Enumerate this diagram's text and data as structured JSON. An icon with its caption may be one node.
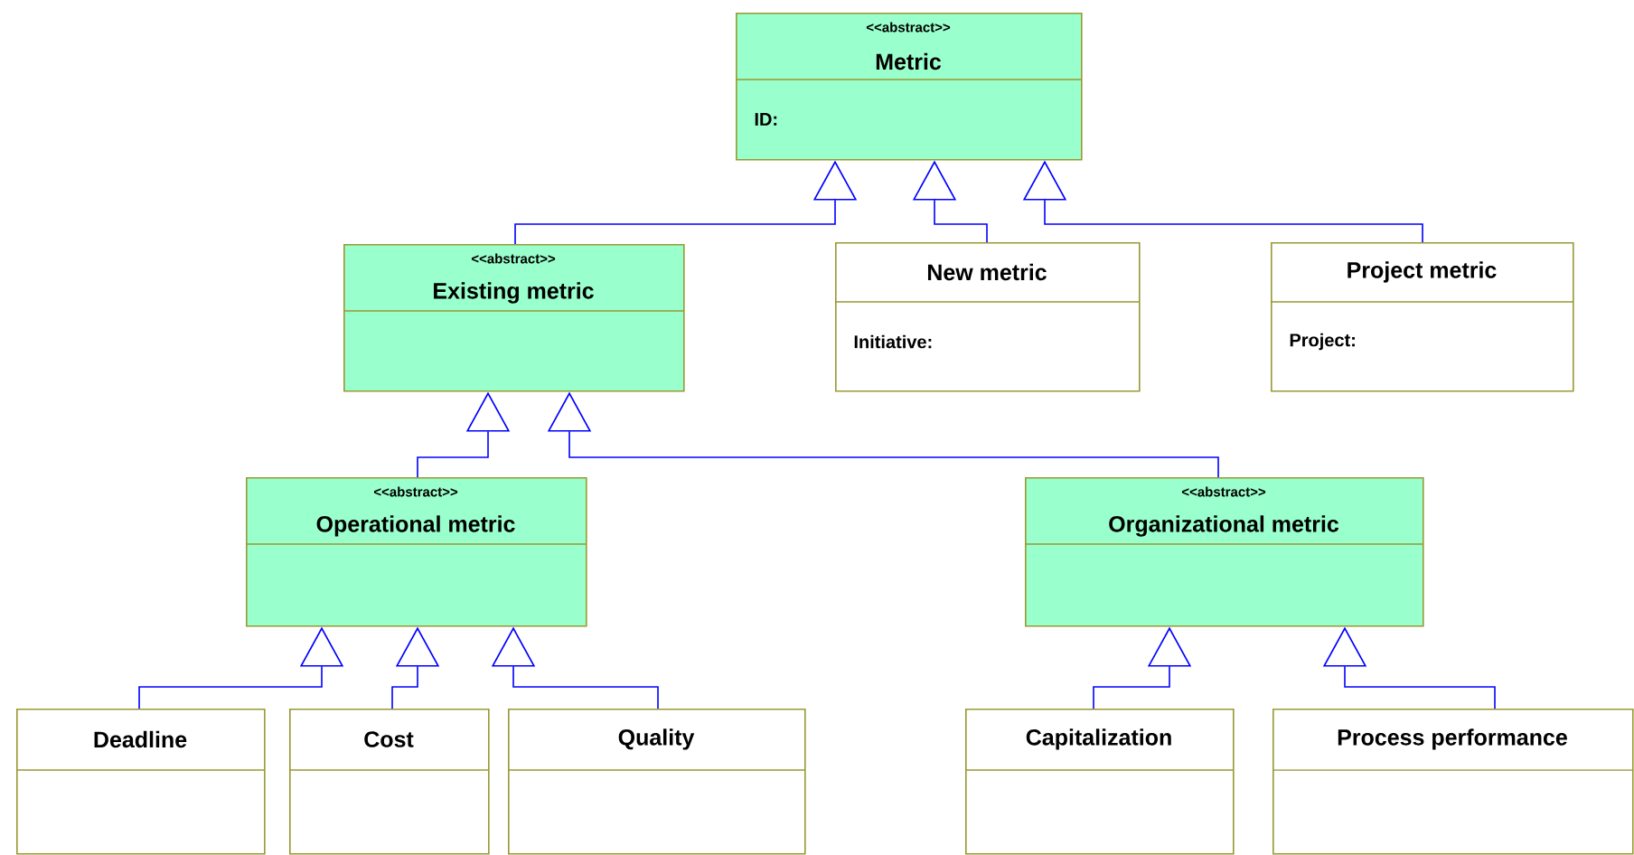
{
  "diagram": {
    "nodes": [
      {
        "text": [
          "<<abstract>>",
          "Metric",
          "ID:"
        ]
      },
      {
        "text": [
          "<<abstract>>",
          "Existing metric"
        ]
      },
      {
        "text": [
          "New metric",
          "Initiative:"
        ]
      },
      {
        "text": [
          "Project metric",
          "Project:"
        ]
      },
      {
        "text": [
          "<<abstract>>",
          "Operational metric"
        ]
      },
      {
        "text": [
          "<<abstract>>",
          "Organizational metric"
        ]
      },
      {
        "text": [
          "Deadline"
        ]
      },
      {
        "text": [
          "Cost"
        ]
      },
      {
        "text": [
          "Quality"
        ]
      },
      {
        "text": [
          "Capitalization"
        ]
      },
      {
        "text": [
          "Process performance"
        ]
      }
    ],
    "edges": [
      {
        "from": 1,
        "to": 0,
        "arrow": "to"
      },
      {
        "from": 2,
        "to": 0,
        "arrow": "to"
      },
      {
        "from": 3,
        "to": 0,
        "arrow": "to"
      },
      {
        "from": 4,
        "to": 1,
        "arrow": "to"
      },
      {
        "from": 5,
        "to": 1,
        "arrow": "to"
      },
      {
        "from": 6,
        "to": 4,
        "arrow": "to"
      },
      {
        "from": 7,
        "to": 4,
        "arrow": "to"
      },
      {
        "from": 8,
        "to": 4,
        "arrow": "to"
      },
      {
        "from": 9,
        "to": 5,
        "arrow": "to"
      },
      {
        "from": 10,
        "to": 5,
        "arrow": "to"
      }
    ]
  }
}
